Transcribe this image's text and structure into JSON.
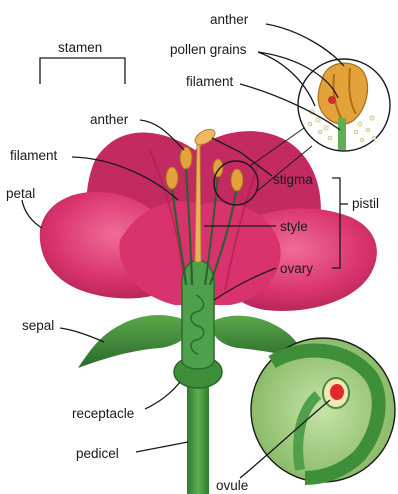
{
  "labels": {
    "stamen": "stamen",
    "anther_top": "anther",
    "pollen_grains": "pollen grains",
    "filament_top": "filament",
    "anther": "anther",
    "filament": "filament",
    "petal": "petal",
    "stigma": "stigma",
    "pistil": "pistil",
    "style": "style",
    "ovary": "ovary",
    "sepal": "sepal",
    "receptacle": "receptacle",
    "pedicel": "pedicel",
    "ovule": "ovule"
  },
  "colors": {
    "petal": "#d9336e",
    "petal_dark": "#a8204f",
    "sepal": "#3f8f3a",
    "sepal_dark": "#2b6a2b",
    "stem": "#3d8b3d",
    "anther": "#e3a23a",
    "style": "#e7b25a",
    "ovule": "#e02a2a",
    "inset_bg": "#a9d08a"
  }
}
